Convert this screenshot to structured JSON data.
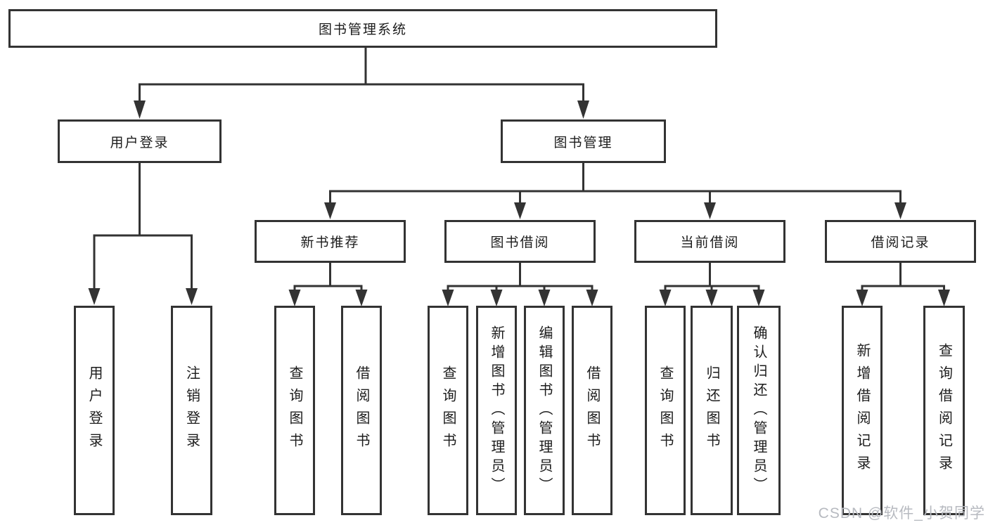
{
  "tree": {
    "root": {
      "label": "图书管理系统"
    },
    "branches": [
      {
        "label": "用户登录",
        "leaves": [
          {
            "label": "用户登录"
          },
          {
            "label": "注销登录"
          }
        ]
      },
      {
        "label": "图书管理",
        "groups": [
          {
            "label": "新书推荐",
            "leaves": [
              {
                "label": "查询图书"
              },
              {
                "label": "借阅图书"
              }
            ]
          },
          {
            "label": "图书借阅",
            "leaves": [
              {
                "label": "查询图书"
              },
              {
                "label": "新增图书（管理员）"
              },
              {
                "label": "编辑图书（管理员）"
              },
              {
                "label": "借阅图书"
              }
            ]
          },
          {
            "label": "当前借阅",
            "leaves": [
              {
                "label": "查询图书"
              },
              {
                "label": "归还图书"
              },
              {
                "label": "确认归还（管理员）"
              }
            ]
          },
          {
            "label": "借阅记录",
            "leaves": [
              {
                "label": "新增借阅记录"
              },
              {
                "label": "查询借阅记录"
              }
            ]
          }
        ]
      }
    ]
  },
  "watermark": {
    "text": "CSDN @软件_小贺同学"
  },
  "colors": {
    "line": "#333333",
    "text": "#1c1c1c",
    "watermark": "#b7bac0",
    "bg": "#ffffff"
  }
}
